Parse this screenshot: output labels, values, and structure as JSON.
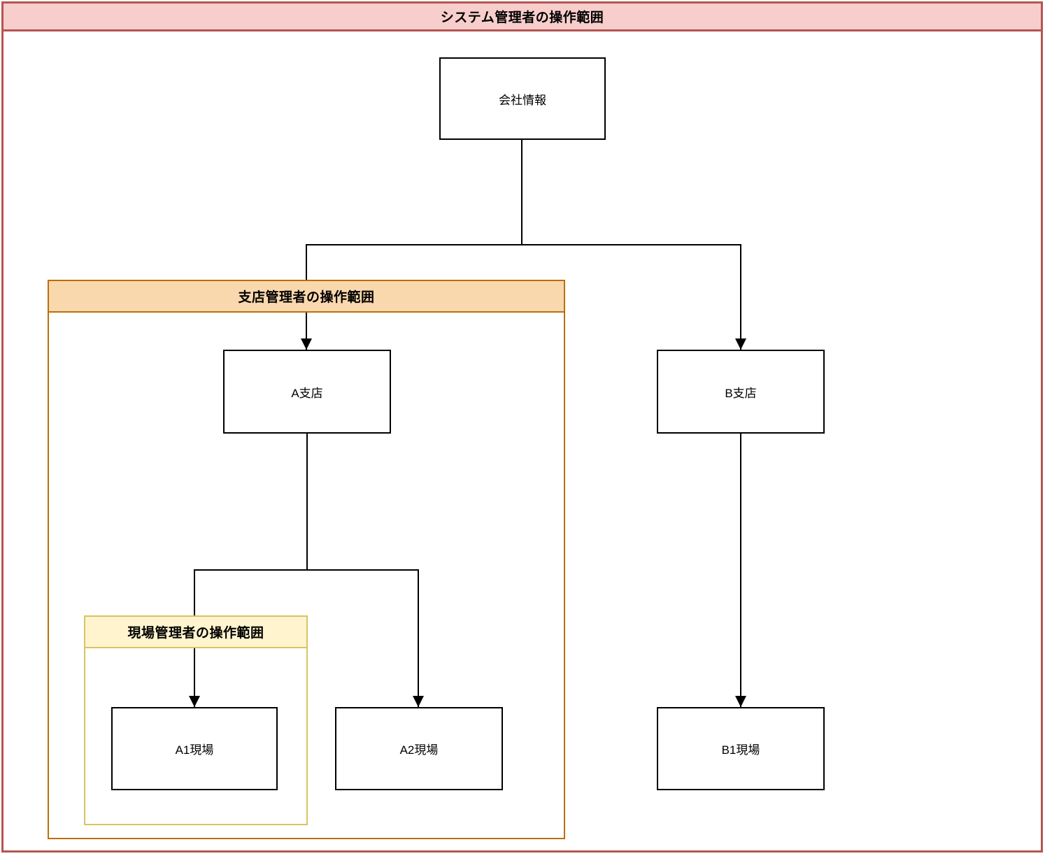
{
  "scopes": {
    "system": {
      "label": "システム管理者の操作範囲",
      "fill": "#f8cecc",
      "border": "#b45552"
    },
    "branch": {
      "label": "支店管理者の操作範囲",
      "fill": "#fad8ad",
      "border": "#b96f0b"
    },
    "site": {
      "label": "現場管理者の操作範囲",
      "fill": "#fff4ce",
      "border": "#d9c362"
    }
  },
  "nodes": {
    "company": {
      "label": "会社情報"
    },
    "branch_a": {
      "label": "A支店"
    },
    "branch_b": {
      "label": "B支店"
    },
    "site_a1": {
      "label": "A1現場"
    },
    "site_a2": {
      "label": "A2現場"
    },
    "site_b1": {
      "label": "B1現場"
    }
  },
  "connectors": {
    "color": "#000000",
    "style": "orthogonal-arrow",
    "edges": [
      {
        "from": "会社情報",
        "to": "A支店"
      },
      {
        "from": "会社情報",
        "to": "B支店"
      },
      {
        "from": "A支店",
        "to": "A1現場"
      },
      {
        "from": "A支店",
        "to": "A2現場"
      },
      {
        "from": "B支店",
        "to": "B1現場"
      }
    ]
  }
}
